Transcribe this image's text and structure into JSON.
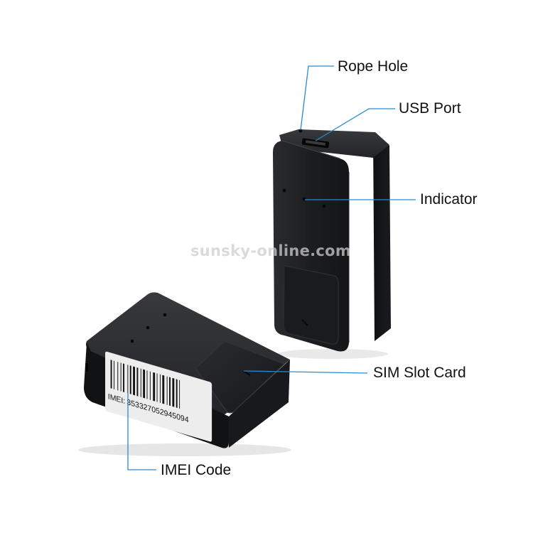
{
  "callouts": {
    "rope_hole": "Rope Hole",
    "usb_port": "USB Port",
    "indicator": "Indicator",
    "sim_slot_card": "SIM Slot Card",
    "imei_code": "IMEI Code"
  },
  "watermark": "sunsky-online.com",
  "label_sticker": {
    "imei_prefix": "IMEI:",
    "imei_number": "353327052945094"
  },
  "colors": {
    "device_body": "#1b1c1e",
    "callout_line": "#2a8bd0",
    "background": "#ffffff"
  }
}
